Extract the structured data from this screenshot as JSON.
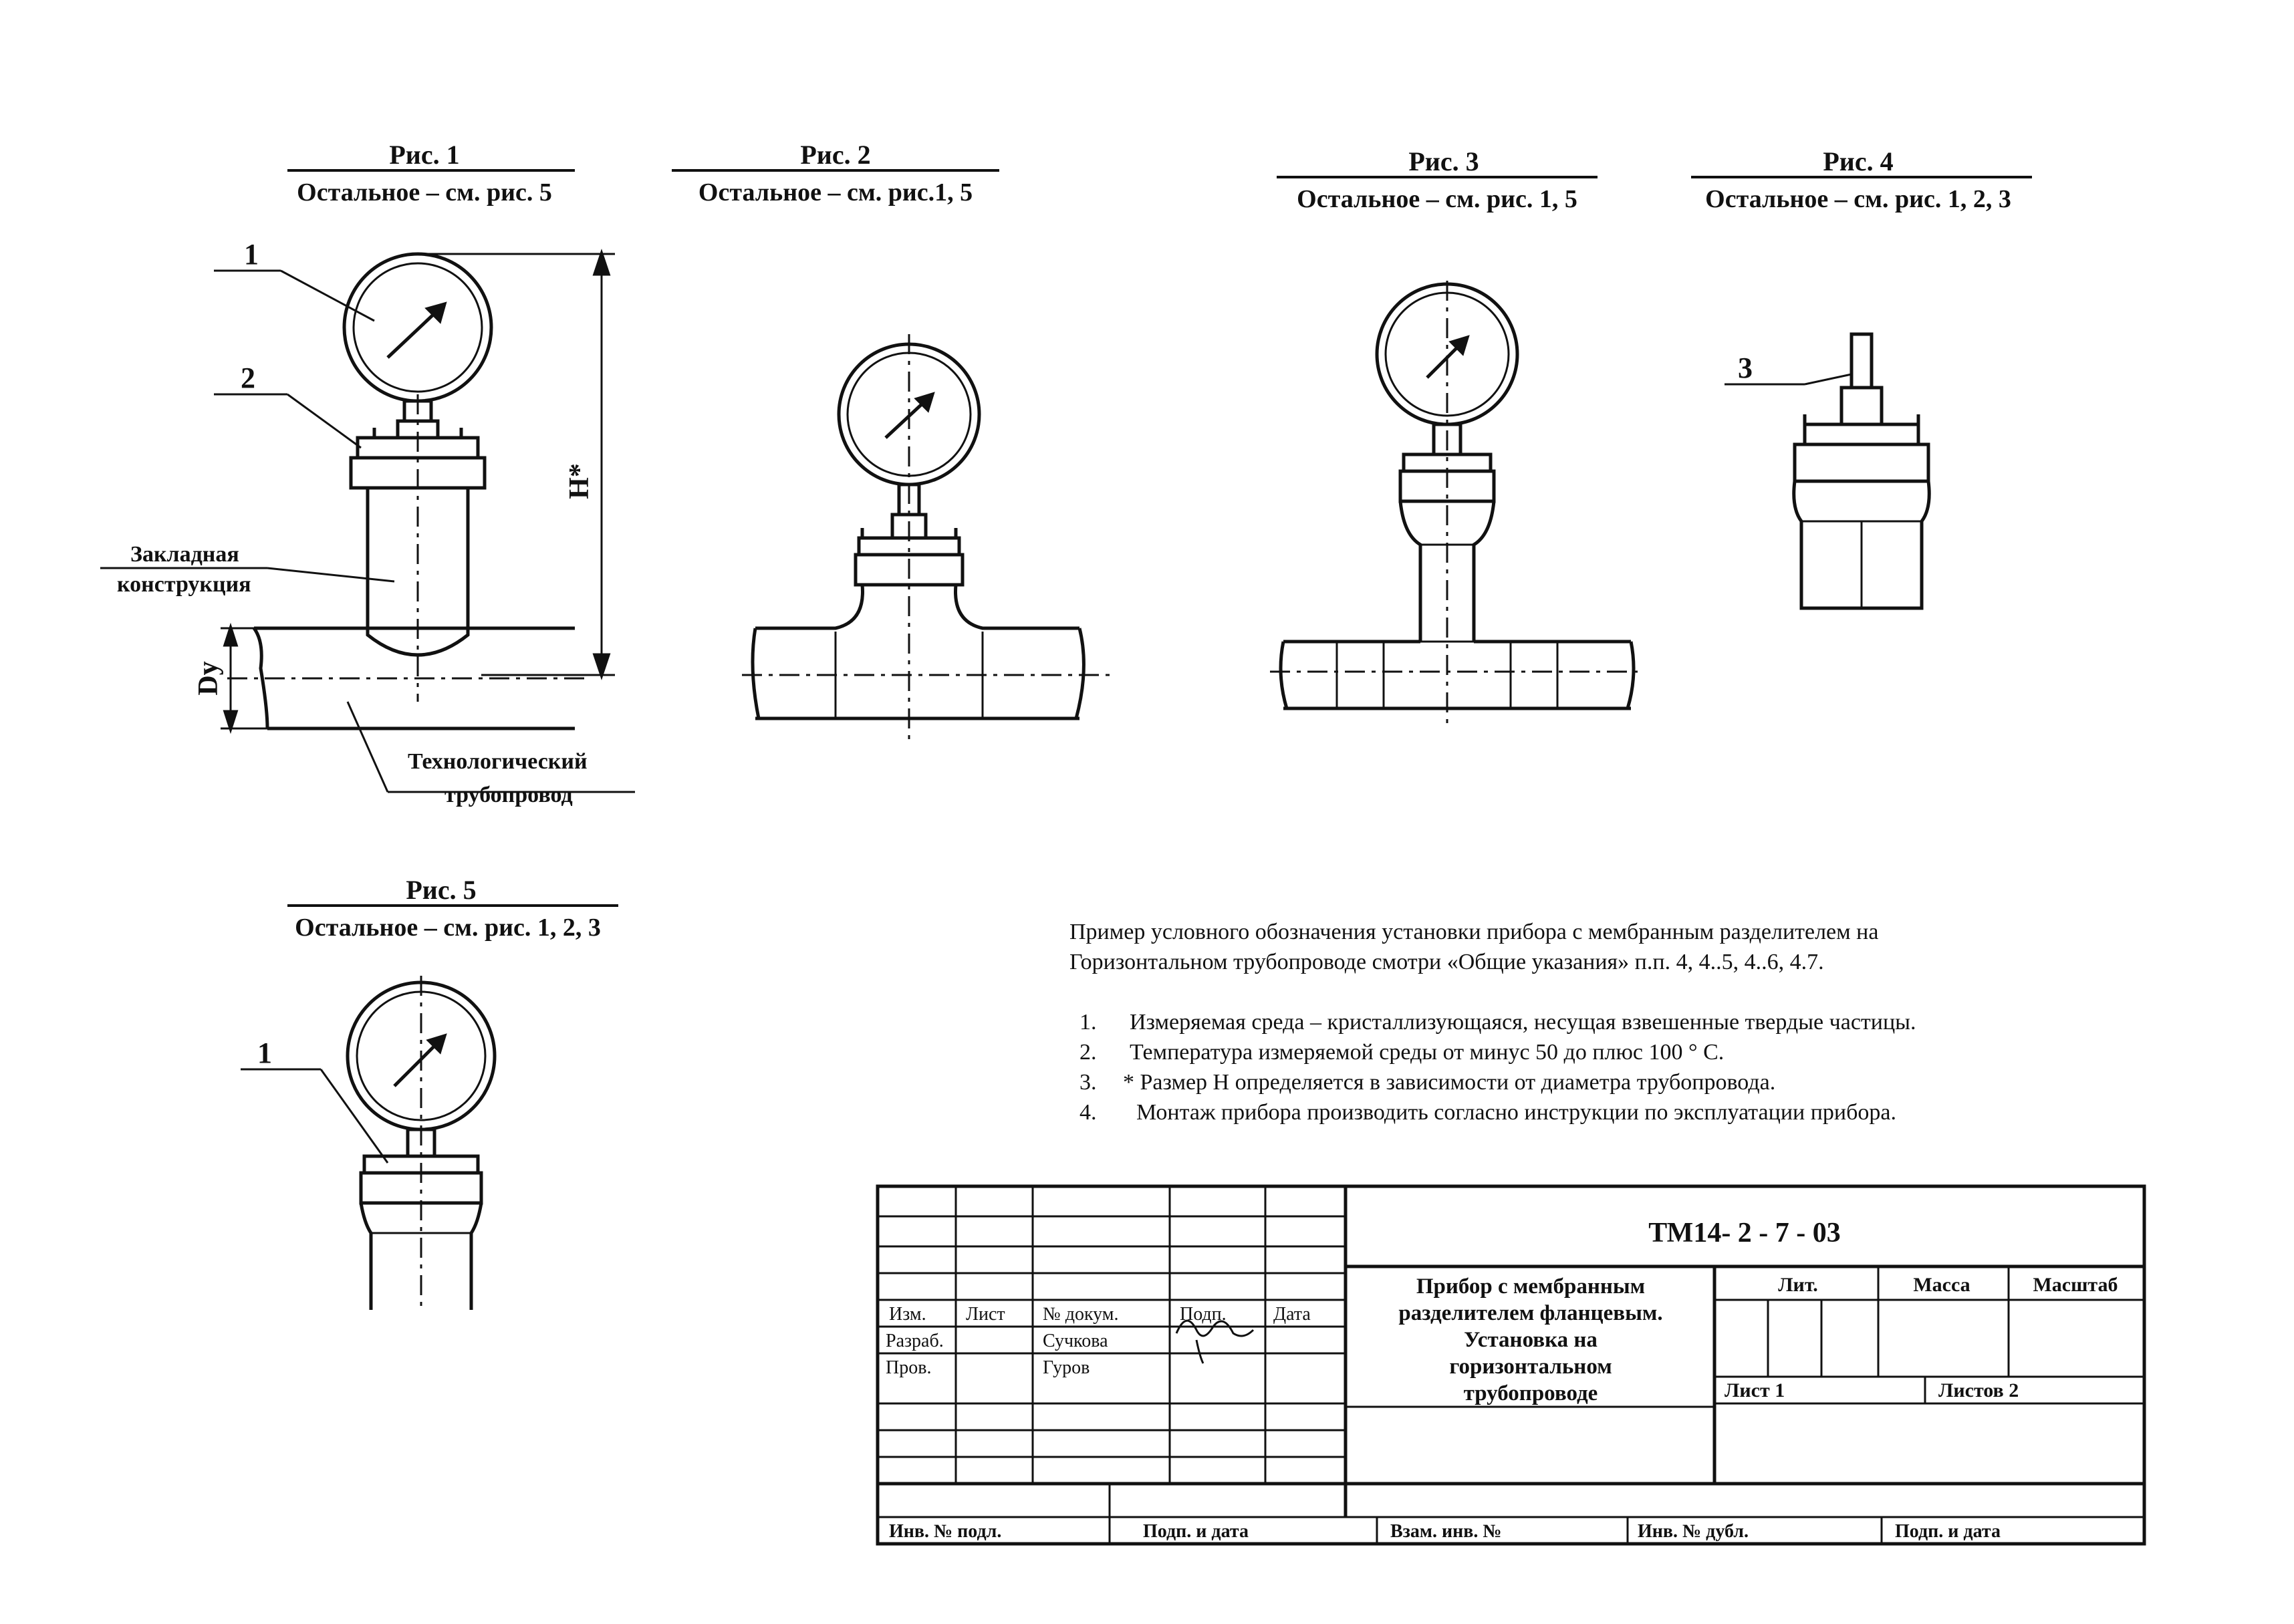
{
  "figures": {
    "fig1": {
      "title": "Рис. 1",
      "subtitle": "Остальное – см. рис. 5",
      "callout_1": "1",
      "callout_2": "2",
      "label_embedded_1": "Закладная",
      "label_embedded_2": "конструкция",
      "label_pipe_1": "Технологический",
      "label_pipe_2": "трубопровод",
      "dim_h": "H*",
      "dim_dy": "Dy"
    },
    "fig2": {
      "title": "Рис. 2",
      "subtitle": "Остальное – см. рис.1, 5"
    },
    "fig3": {
      "title": "Рис. 3",
      "subtitle": "Остальное – см. рис. 1, 5"
    },
    "fig4": {
      "title": "Рис. 4",
      "subtitle": "Остальное – см. рис. 1, 2, 3",
      "callout_3": "3"
    },
    "fig5": {
      "title": "Рис. 5",
      "subtitle": "Остальное – см. рис. 1, 2, 3",
      "callout_1": "1"
    }
  },
  "notes": {
    "intro_line1": "Пример условного обозначения установки прибора с мембранным разделителем на",
    "intro_line2": "Горизонтальном трубопроводе смотри «Общие указания» п.п. 4, 4..5, 4..6, 4.7.",
    "items": [
      {
        "num": "1.",
        "text": "Измеряемая среда – кристаллизующаяся, несущая взвешенные твердые частицы."
      },
      {
        "num": "2.",
        "text": "Температура измеряемой среды от минус 50 до плюс 100 ° С."
      },
      {
        "num": "3.",
        "text": "* Размер Н определяется в зависимости от диаметра трубопровода."
      },
      {
        "num": "4.",
        "text": "Монтаж прибора производить согласно инструкции по эксплуатации прибора."
      }
    ]
  },
  "title_block": {
    "doc_code": "ТМ14- 2 - 7 - 03",
    "name_lines": [
      "Прибор с мембранным",
      "разделителем фланцевым.",
      "Установка на",
      "горизонтальном",
      "трубопроводе"
    ],
    "head_izm": "Изм.",
    "head_list": "Лист",
    "head_doc": "№ докум.",
    "head_podp": "Подп.",
    "head_data": "Дата",
    "razrab_label": "Разраб.",
    "razrab_name": "Сучкова",
    "prov_label": "Пров.",
    "prov_name": "Гуров",
    "lit": "Лит.",
    "massa": "Масса",
    "masshtab": "Масштаб",
    "list_label": "Лист 1",
    "listov_label": "Листов 2",
    "bottom": [
      "Инв. № подл.",
      "Подп. и дата",
      "Взам. инв. №",
      "Инв. № дубл.",
      "Подп. и дата"
    ]
  }
}
